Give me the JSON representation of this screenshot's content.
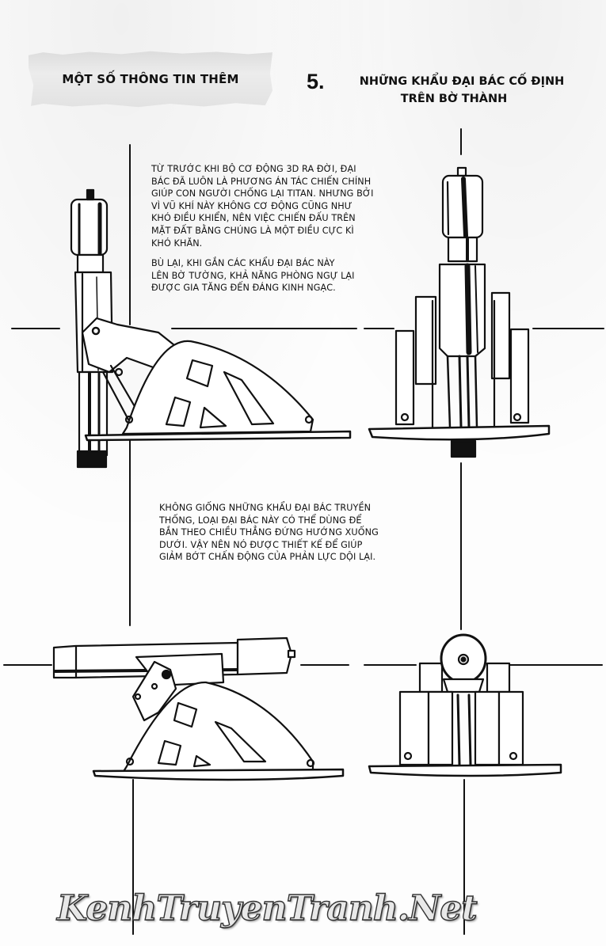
{
  "header": {
    "label": "MỘT SỐ THÔNG TIN THÊM",
    "section_number": "5.",
    "section_title_line1": "NHỮNG KHẨU ĐẠI BÁC CỐ ĐỊNH",
    "section_title_line2": "TRÊN BỜ THÀNH"
  },
  "paragraphs": [
    {
      "lines": [
        "TỪ TRƯỚC KHI BỘ CƠ ĐỘNG 3D RA ĐỜI, ĐẠI",
        "BÁC ĐÃ LUÔN LÀ PHƯƠNG ÁN TÁC CHIẾN CHÍNH",
        "GIÚP CON NGƯỜI CHỐNG LẠI TITAN. NHƯNG BỞI",
        "VÌ VŨ KHÍ NÀY KHÔNG CƠ ĐỘNG CŨNG NHƯ",
        "KHÓ ĐIỀU KHIỂN, NÊN VIỆC CHIẾN ĐẤU TRÊN",
        "MẶT ĐẤT BẰNG CHÚNG LÀ MỘT ĐIỀU CỰC KÌ",
        "KHÓ KHĂN."
      ]
    },
    {
      "lines": [
        "BÙ LẠI, KHI GẮN CÁC KHẨU ĐẠI BÁC NÀY",
        "LÊN BỜ TƯỜNG, KHẢ NĂNG PHÒNG NGỰ LẠI",
        "ĐƯỢC GIA TĂNG ĐẾN ĐÁNG KINH NGẠC."
      ]
    },
    {
      "lines": [
        "KHÔNG GIỐNG NHỮNG KHẨU ĐẠI BÁC TRUYỀN",
        "THỐNG, LOẠI ĐẠI BÁC NÀY CÓ THỂ DÙNG ĐỂ",
        "BẮN THEO CHIỀU THẲNG ĐỨNG HƯỚNG XUỐNG",
        "DƯỚI. VẬY NÊN NÓ ĐƯỢC THIẾT KẾ ĐỂ GIÚP",
        "GIẢM BỚT CHẤN ĐỘNG CỦA PHẢN LỰC DỘI LẠI."
      ]
    }
  ],
  "illustrations": [
    {
      "name": "cannon-side-view-pointing-down"
    },
    {
      "name": "cannon-front-view-pointing-down"
    },
    {
      "name": "cannon-side-view-horizontal"
    },
    {
      "name": "cannon-front-view-horizontal"
    }
  ],
  "watermark": "KenhTruyenTranh.Net",
  "colors": {
    "ink": "#111111",
    "paper": "#fdfdfd",
    "label_strip": "#e4e4e4"
  }
}
